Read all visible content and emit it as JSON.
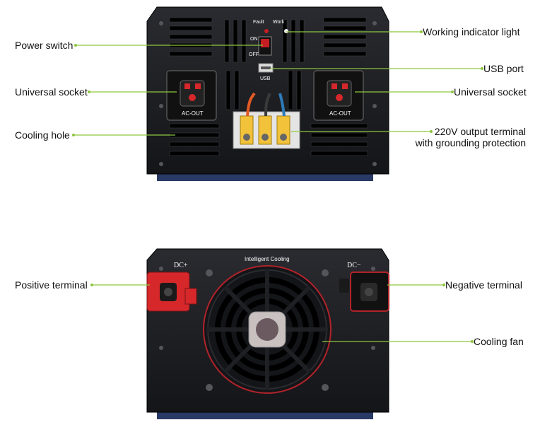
{
  "top_panel": {
    "fault_label": "Fault",
    "work_label": "Work",
    "on_label": "ON",
    "off_label": "OFF",
    "usb_label": "USB",
    "ac_out_left": "AC-OUT",
    "ac_out_right": "AC-OUT"
  },
  "bottom_panel": {
    "title": "Intelligent Cooling",
    "dc_plus": "DC+",
    "dc_minus": "DC−"
  },
  "callouts": {
    "power_switch": "Power switch",
    "universal_socket_left": "Universal socket",
    "cooling_hole": "Cooling hole",
    "working_indicator": "Working indicator light",
    "usb_port": "USB port",
    "universal_socket_right": "Universal socket",
    "output_terminal_line1": "220V output terminal",
    "output_terminal_line2": "with grounding protection",
    "positive_terminal": "Positive terminal",
    "negative_terminal": "Negative terminal",
    "cooling_fan": "Cooling fan"
  },
  "colors": {
    "leader_line": "#8dc63f",
    "panel": "#1c1d21",
    "terminal_red": "#d6282b",
    "fan_ring": "#b0232a"
  }
}
